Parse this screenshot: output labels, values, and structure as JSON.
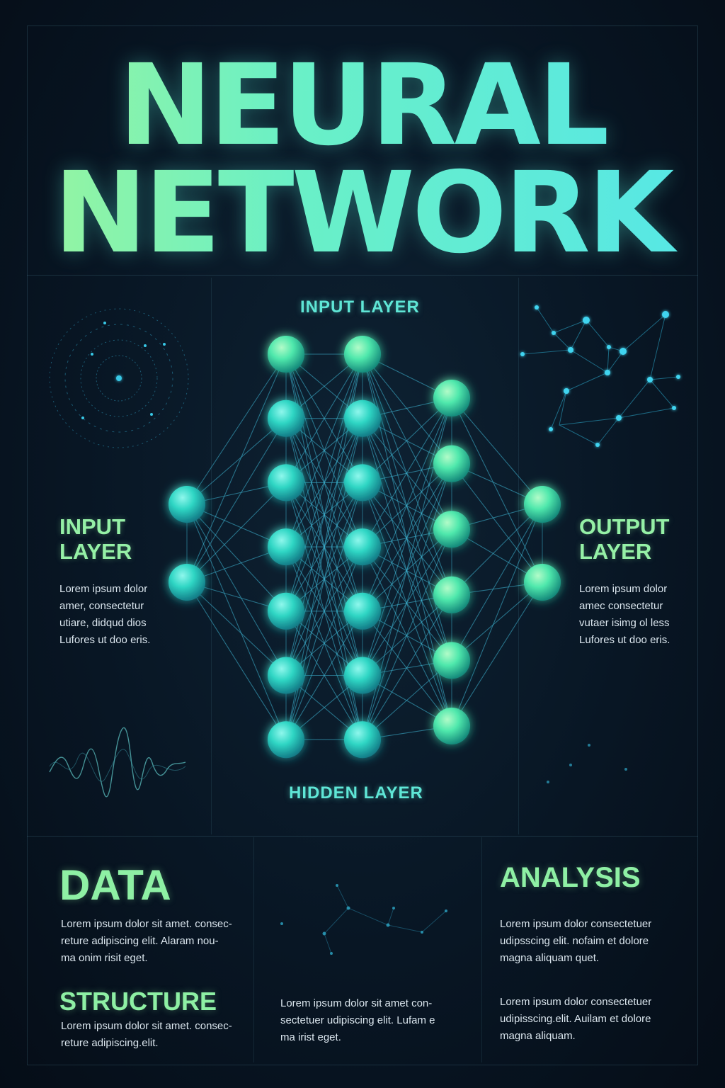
{
  "title": {
    "line1": "NEURAL",
    "line2": "NETWORK"
  },
  "diagram": {
    "top_label": "INPUT LAYER",
    "bottom_label": "HIDDEN LAYER",
    "left": {
      "heading_line1": "INPUT",
      "heading_line2": "LAYER",
      "body": [
        "Lorem ipsum dolor",
        "amer, consectetur",
        "utiare, didqud dios",
        "Lufores ut doo eris."
      ]
    },
    "right": {
      "heading_line1": "OUTPUT",
      "heading_line2": "LAYER",
      "body": [
        "Lorem ipsum dolor",
        "amec consectetur",
        "vutaer isimg ol less",
        "Lufores ut doo eris."
      ]
    },
    "layers": [
      {
        "nodes": 2
      },
      {
        "nodes": 7
      },
      {
        "nodes": 7
      },
      {
        "nodes": 6
      },
      {
        "nodes": 2
      }
    ],
    "colors": {
      "node_teal": "#2fd6c4",
      "node_green": "#5ef0a8",
      "edge": "#3fb8d6"
    }
  },
  "bottom": {
    "data": {
      "heading": "DATA",
      "body": [
        "Lorem ipsum dolor sit amet. consec-",
        "reture adipiscing elit. Alaram nou-",
        "ma onim risit eget."
      ]
    },
    "structure": {
      "heading": "STRUCTURE",
      "body": [
        "Lorem ipsum dolor sit amet. consec-",
        "reture adipiscing.elit."
      ]
    },
    "middle": {
      "body": [
        "Lorem ipsum dolor sit amet con-",
        "sectetuer udipiscing elit. Lufam e",
        "ma irist eget."
      ]
    },
    "analysis": {
      "heading": "ANALYSIS",
      "body1": [
        "Lorem ipsum dolor consectetuer",
        "udipsscing elit. nofaim et dolore",
        "magna aliquam quet."
      ],
      "body2": [
        "Lorem ipsum dolor consectetuer",
        "udipisscing.elit. Auilam et dolore",
        "magna aliquam."
      ]
    }
  },
  "colors": {
    "background": "#081624",
    "title_start": "#9cf59b",
    "title_end": "#55e6e8",
    "label": "#5fe6d6",
    "heading": "#8ef0a4"
  }
}
